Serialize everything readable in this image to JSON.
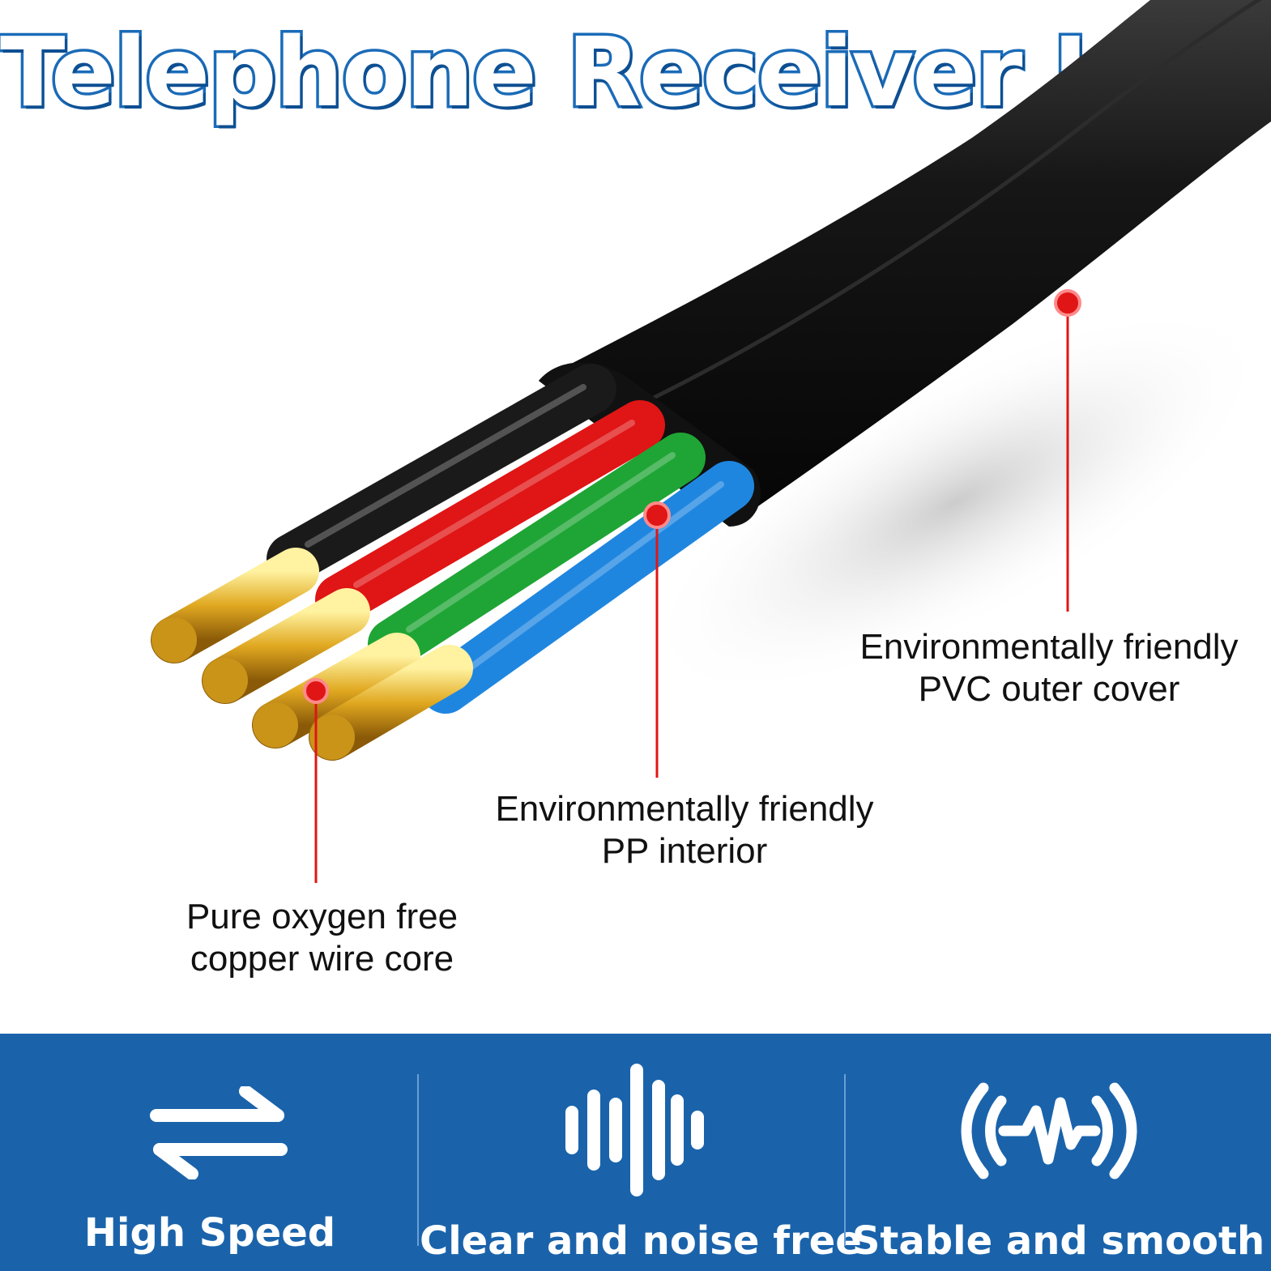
{
  "title": "Telephone Receiver Line",
  "callouts": {
    "pvc": {
      "line1": "Environmentally friendly",
      "line2": "PVC outer cover"
    },
    "pp": {
      "line1": "Environmentally friendly",
      "line2": "PP interior"
    },
    "copper": {
      "line1": "Pure oxygen free",
      "line2": "copper wire core"
    }
  },
  "wire_colors": [
    "#1a1a1a",
    "#e01515",
    "#1fa535",
    "#1f86e0"
  ],
  "accent_color": "#1a63ab",
  "marker_color": "#e01515",
  "features": [
    {
      "icon": "bidirectional-arrows-icon",
      "label": "High Speed"
    },
    {
      "icon": "sound-wave-icon",
      "label": "Clear and noise free"
    },
    {
      "icon": "pulse-signal-icon",
      "label": "Stable and smooth"
    }
  ]
}
